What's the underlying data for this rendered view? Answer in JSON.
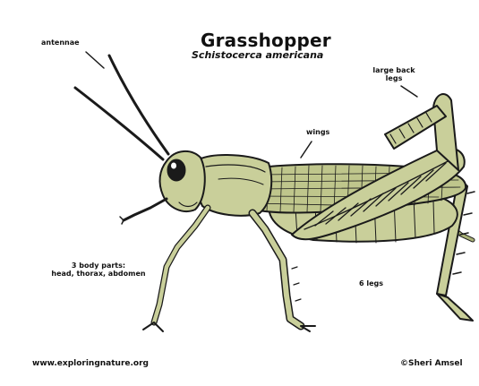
{
  "title": "Grasshopper",
  "scientific_name": "Schistocerca americana",
  "labels": {
    "antennae": "antennae",
    "large_back_legs_line1": "large back",
    "large_back_legs_line2": "legs",
    "wings": "wings",
    "body_parts_line1": "3 body parts:",
    "body_parts_line2": "head, thorax, abdomen",
    "six_legs": "6 legs"
  },
  "footer": {
    "website": "www.exploringnature.org",
    "copyright": "©Sheri Amsel"
  },
  "colors": {
    "body": "#c9cf9a",
    "body_shade": "#a9b176",
    "wing": "#bfc68c",
    "outline": "#1a1a1a"
  }
}
